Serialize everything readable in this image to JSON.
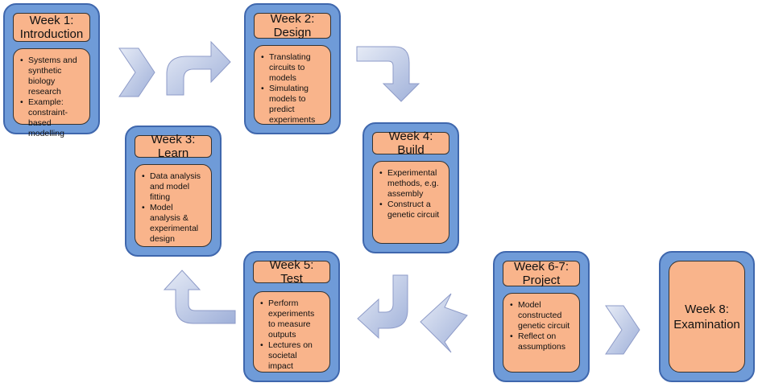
{
  "weeks": [
    {
      "title": "Week 1:\nIntroduction",
      "items": [
        "Systems and synthetic biology research",
        "Example: constraint-based modelling"
      ]
    },
    {
      "title": "Week 2:\nDesign",
      "items": [
        "Translating circuits to models",
        "Simulating models to predict experiments"
      ]
    },
    {
      "title": "Week 3: Learn",
      "items": [
        "Data analysis and model fitting",
        "Model analysis & experimental design"
      ]
    },
    {
      "title": "Week 4: Build",
      "items": [
        "Experimental methods, e.g. assembly",
        "Construct a genetic circuit"
      ]
    },
    {
      "title": "Week 5: Test",
      "items": [
        "Perform experiments to measure outputs",
        "Lectures on societal impact"
      ]
    },
    {
      "title": "Week 6-7:\nProject",
      "items": [
        "Model constructed genetic circuit",
        "Reflect on assumptions"
      ]
    },
    {
      "title": "Week 8:\nExamination",
      "items": []
    }
  ],
  "colors": {
    "card_fill": "#6f9bd8",
    "card_border": "#3f67ad",
    "box_fill": "#f9b48b",
    "arrow_fill": "#c3cbe6",
    "arrow_stroke": "#8e9bc8"
  }
}
